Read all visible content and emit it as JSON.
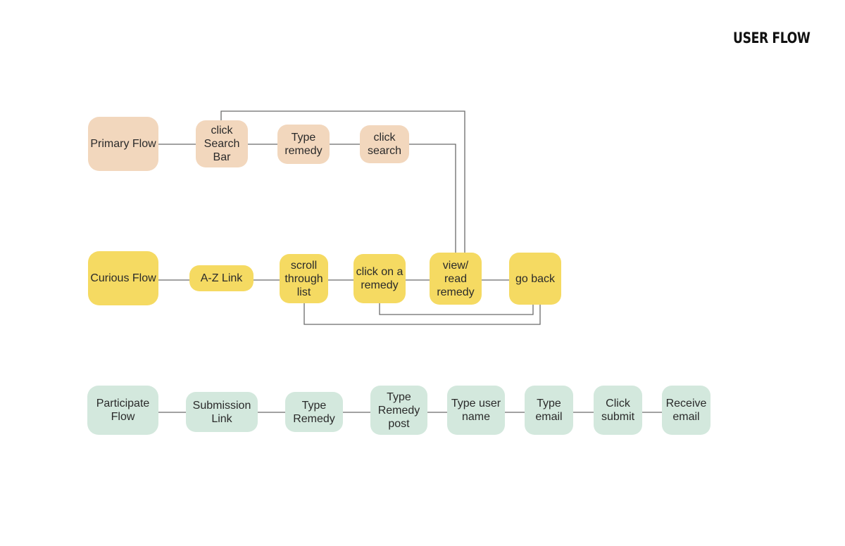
{
  "title": "USER FLOW",
  "colors": {
    "primary": "#f2d7bd",
    "curious": "#f5da62",
    "participate": "#d3e8dd",
    "connector": "#6b6b6b"
  },
  "primary_flow": {
    "start": "Primary Flow",
    "steps": [
      "click\nSearch\nBar",
      "Type\nremedy",
      "click\nsearch"
    ]
  },
  "curious_flow": {
    "start": "Curious Flow",
    "steps": [
      "A-Z Link",
      "scroll\nthrough\nlist",
      "click on a\nremedy",
      "view/\nread\nremedy",
      "go back"
    ]
  },
  "participate_flow": {
    "start": "Participate\nFlow",
    "steps": [
      "Submission\nLink",
      "Type\nRemedy",
      "Type\nRemedy\npost",
      "Type user\nname",
      "Type\nemail",
      "Click\nsubmit",
      "Receive\nemail"
    ]
  }
}
